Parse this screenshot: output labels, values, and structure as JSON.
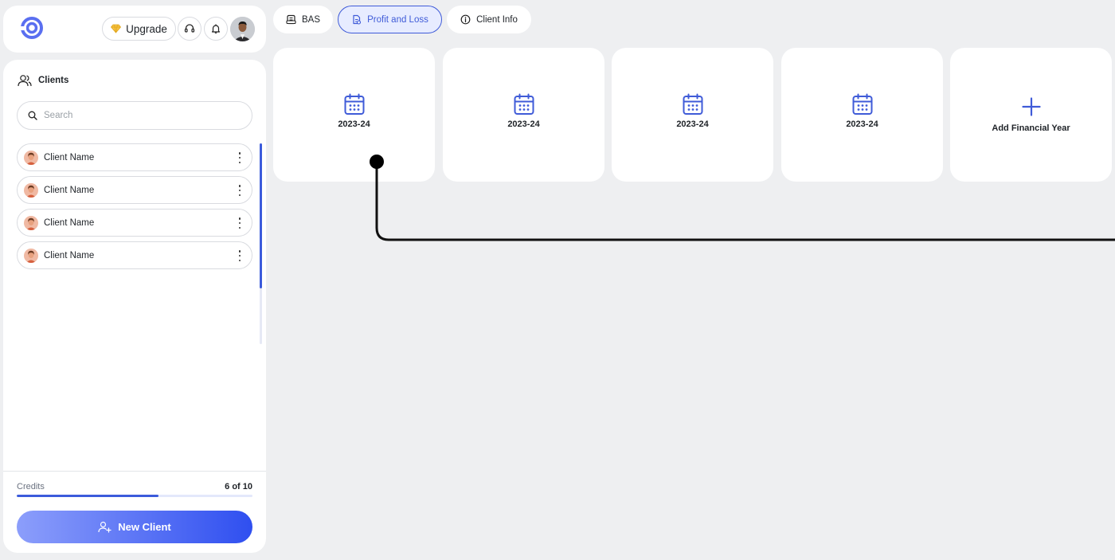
{
  "header": {
    "upgrade_label": "Upgrade",
    "support_icon": "headset-icon",
    "notification_icon": "bell-icon"
  },
  "sidebar": {
    "title": "Clients",
    "search": {
      "placeholder": "Search",
      "value": ""
    },
    "clients": [
      {
        "name": "Client Name"
      },
      {
        "name": "Client Name"
      },
      {
        "name": "Client Name"
      },
      {
        "name": "Client Name"
      }
    ],
    "credits": {
      "label": "Credits",
      "value_text": "6 of 10",
      "used": 6,
      "total": 10
    },
    "new_client_label": "New Client"
  },
  "tabs": [
    {
      "label": "BAS",
      "icon": "document-icon",
      "active": false
    },
    {
      "label": "Profit and Loss",
      "icon": "report-icon",
      "active": true
    },
    {
      "label": "Client Info",
      "icon": "info-icon",
      "active": false
    }
  ],
  "years": [
    {
      "label": "2023-24"
    },
    {
      "label": "2023-24"
    },
    {
      "label": "2023-24"
    },
    {
      "label": "2023-24"
    }
  ],
  "add_year_label": "Add Financial Year",
  "colors": {
    "accent": "#3f5bd8",
    "background": "#eeeff1",
    "card": "#ffffff"
  }
}
